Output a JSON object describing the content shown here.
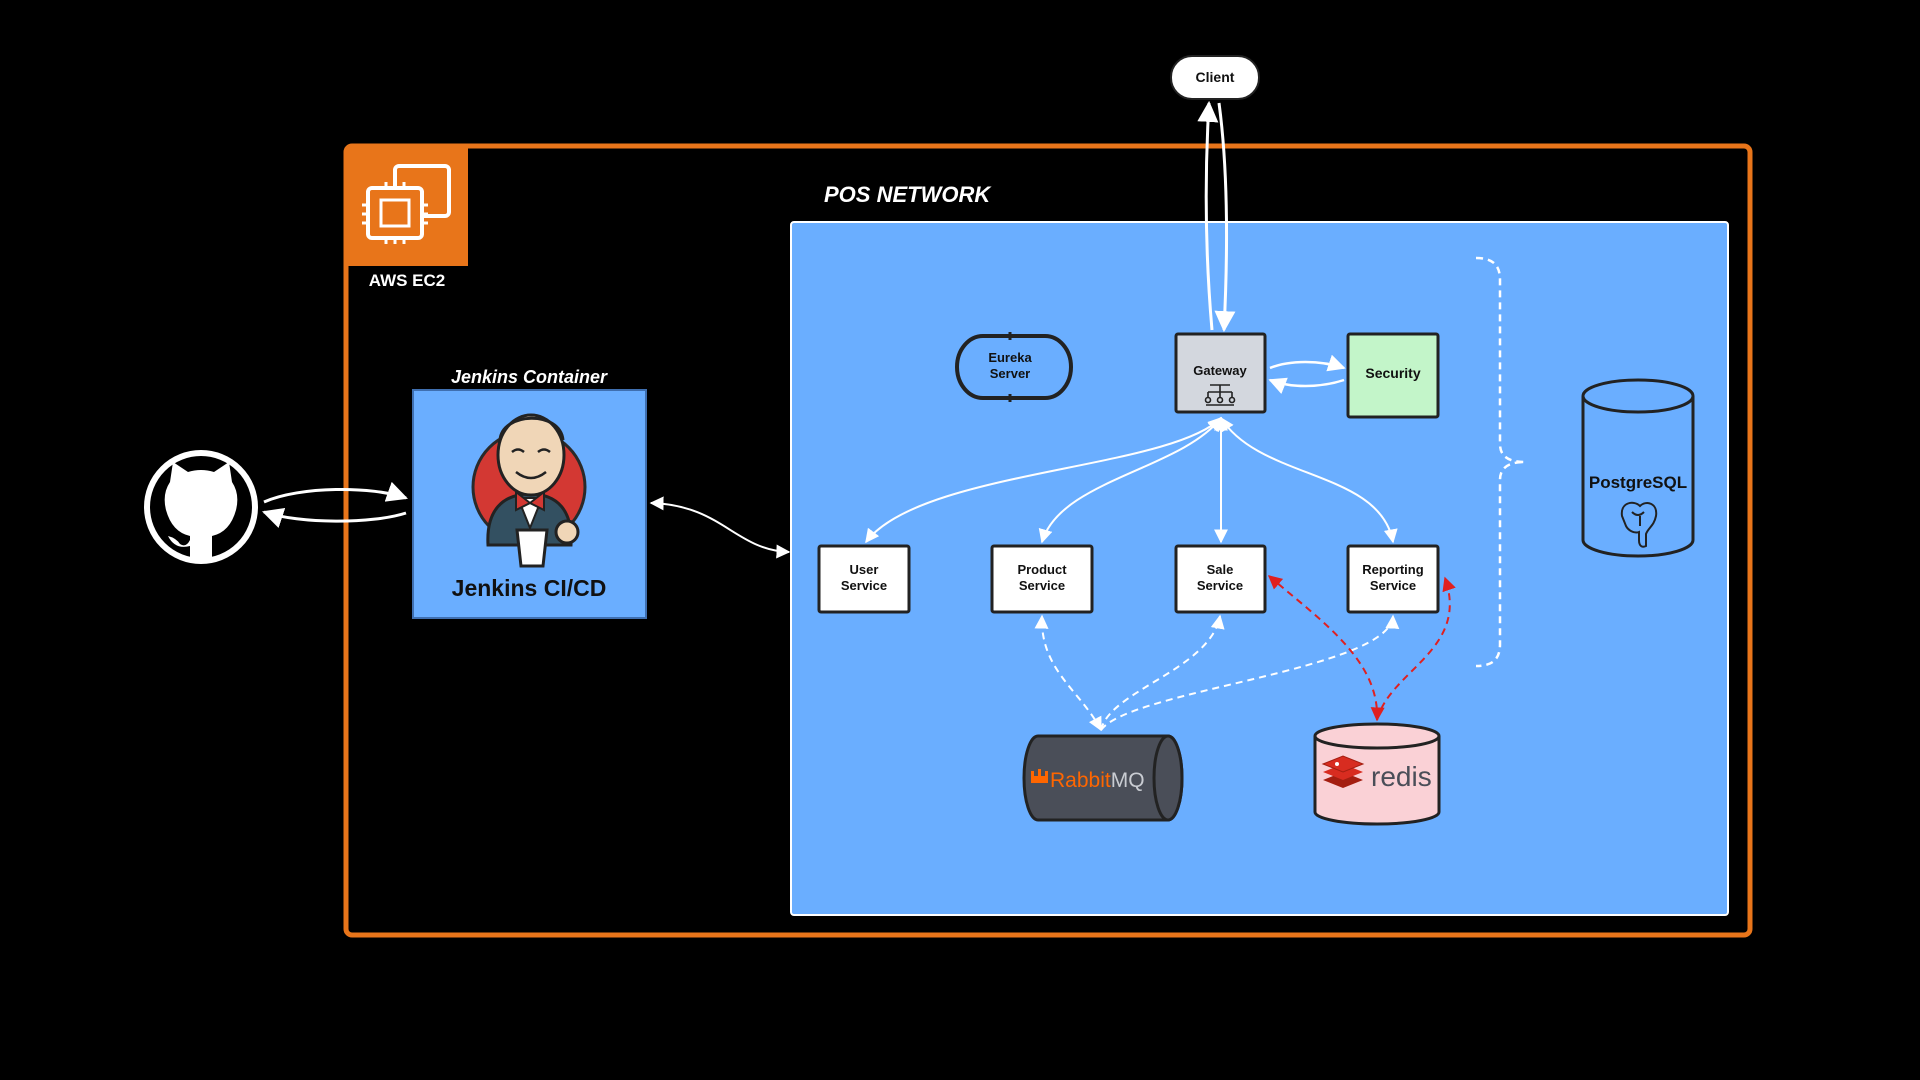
{
  "client": {
    "label": "Client"
  },
  "aws": {
    "label": "AWS EC2",
    "icon": "aws-ec2-icon",
    "color": "#E8751A"
  },
  "network": {
    "title": "POS NETWORK",
    "color": "#6AAEFF"
  },
  "jenkins": {
    "container_title": "Jenkins Container",
    "label": "Jenkins CI/CD",
    "icon": "jenkins-butler-icon"
  },
  "github": {
    "icon": "github-octocat-icon"
  },
  "eureka": {
    "line1": "Eureka",
    "line2": "Server"
  },
  "gateway": {
    "label": "Gateway",
    "icon": "gateway-network-icon"
  },
  "security": {
    "label": "Security",
    "color": "#C3F5C9"
  },
  "services": [
    {
      "line1": "User",
      "line2": "Service"
    },
    {
      "line1": "Product",
      "line2": "Service"
    },
    {
      "line1": "Sale",
      "line2": "Service"
    },
    {
      "line1": "Reporting",
      "line2": "Service"
    }
  ],
  "postgres": {
    "label": "PostgreSQL",
    "icon": "postgresql-elephant-icon"
  },
  "rabbitmq": {
    "label_a": "Rabbit",
    "label_b": "MQ",
    "color": "#FF6600"
  },
  "redis": {
    "label": "redis",
    "color": "#D82C20"
  }
}
